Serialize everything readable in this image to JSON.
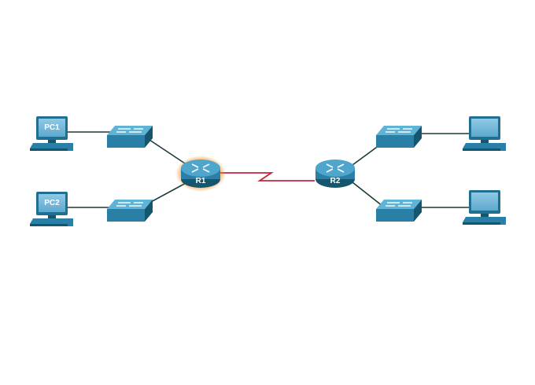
{
  "devices": {
    "pc1": {
      "label": "PC1"
    },
    "pc2": {
      "label": "PC2"
    },
    "pc3": {
      "label": ""
    },
    "pc4": {
      "label": ""
    },
    "r1": {
      "label": "R1",
      "highlighted": true
    },
    "r2": {
      "label": "R2"
    }
  },
  "links": [
    {
      "from": "pc1",
      "to": "s1",
      "type": "ethernet"
    },
    {
      "from": "pc2",
      "to": "s2",
      "type": "ethernet"
    },
    {
      "from": "s1",
      "to": "r1",
      "type": "ethernet"
    },
    {
      "from": "s2",
      "to": "r1",
      "type": "ethernet"
    },
    {
      "from": "r1",
      "to": "r2",
      "type": "serial"
    },
    {
      "from": "r2",
      "to": "s3",
      "type": "ethernet"
    },
    {
      "from": "r2",
      "to": "s4",
      "type": "ethernet"
    },
    {
      "from": "s3",
      "to": "pc3",
      "type": "ethernet"
    },
    {
      "from": "s4",
      "to": "pc4",
      "type": "ethernet"
    }
  ],
  "colors": {
    "device_blue": "#2a7fa6",
    "device_dark": "#15566f",
    "device_light": "#5fb3d6",
    "link_ethernet": "#1b3a36",
    "link_serial": "#c8243f",
    "highlight_glow": "#f08a1e"
  }
}
